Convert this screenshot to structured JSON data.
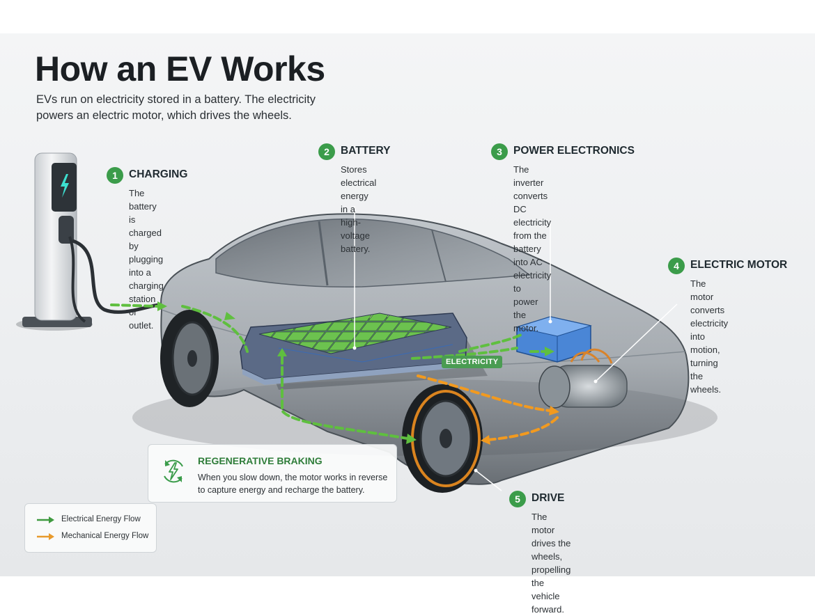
{
  "title": "How an EV Works",
  "subtitle": "EVs run on electricity stored in a battery. The electricity powers an electric motor, which drives the wheels.",
  "steps": [
    {
      "number": "1",
      "heading": "CHARGING",
      "lines": [
        "The battery is",
        "charged by plugging",
        "into a charging",
        "station or outlet."
      ]
    },
    {
      "number": "2",
      "heading": "BATTERY",
      "lines": [
        "Stores electrical",
        "energy in a high-",
        "voltage battery."
      ]
    },
    {
      "number": "3",
      "heading": "POWER ELECTRONICS",
      "lines": [
        "The inverter converts DC",
        "electricity from the battery",
        "into AC electricity to",
        "power the motor."
      ]
    },
    {
      "number": "4",
      "heading": "ELECTRIC MOTOR",
      "lines": [
        "The motor converts",
        "electricity into motion,",
        "turning the wheels."
      ]
    },
    {
      "number": "5",
      "heading": "DRIVE",
      "lines": [
        "The motor drives the",
        "wheels, propelling",
        "the vehicle forward."
      ]
    }
  ],
  "regenerative": {
    "heading": "REGENERATIVE BRAKING",
    "lines": [
      "When you slow down, the motor works in reverse",
      "to capture energy and recharge the battery."
    ]
  },
  "flow_label": "ELECTRICITY",
  "legend": [
    {
      "label": "Electrical Energy Flow",
      "color": "#3f9a3f"
    },
    {
      "label": "Mechanical Energy Flow",
      "color": "#e89a2c"
    }
  ],
  "colors": {
    "accent_green": "#3b9c4a",
    "electric_flow": "#5fbf3f",
    "mechanical_flow": "#f29a1f"
  }
}
